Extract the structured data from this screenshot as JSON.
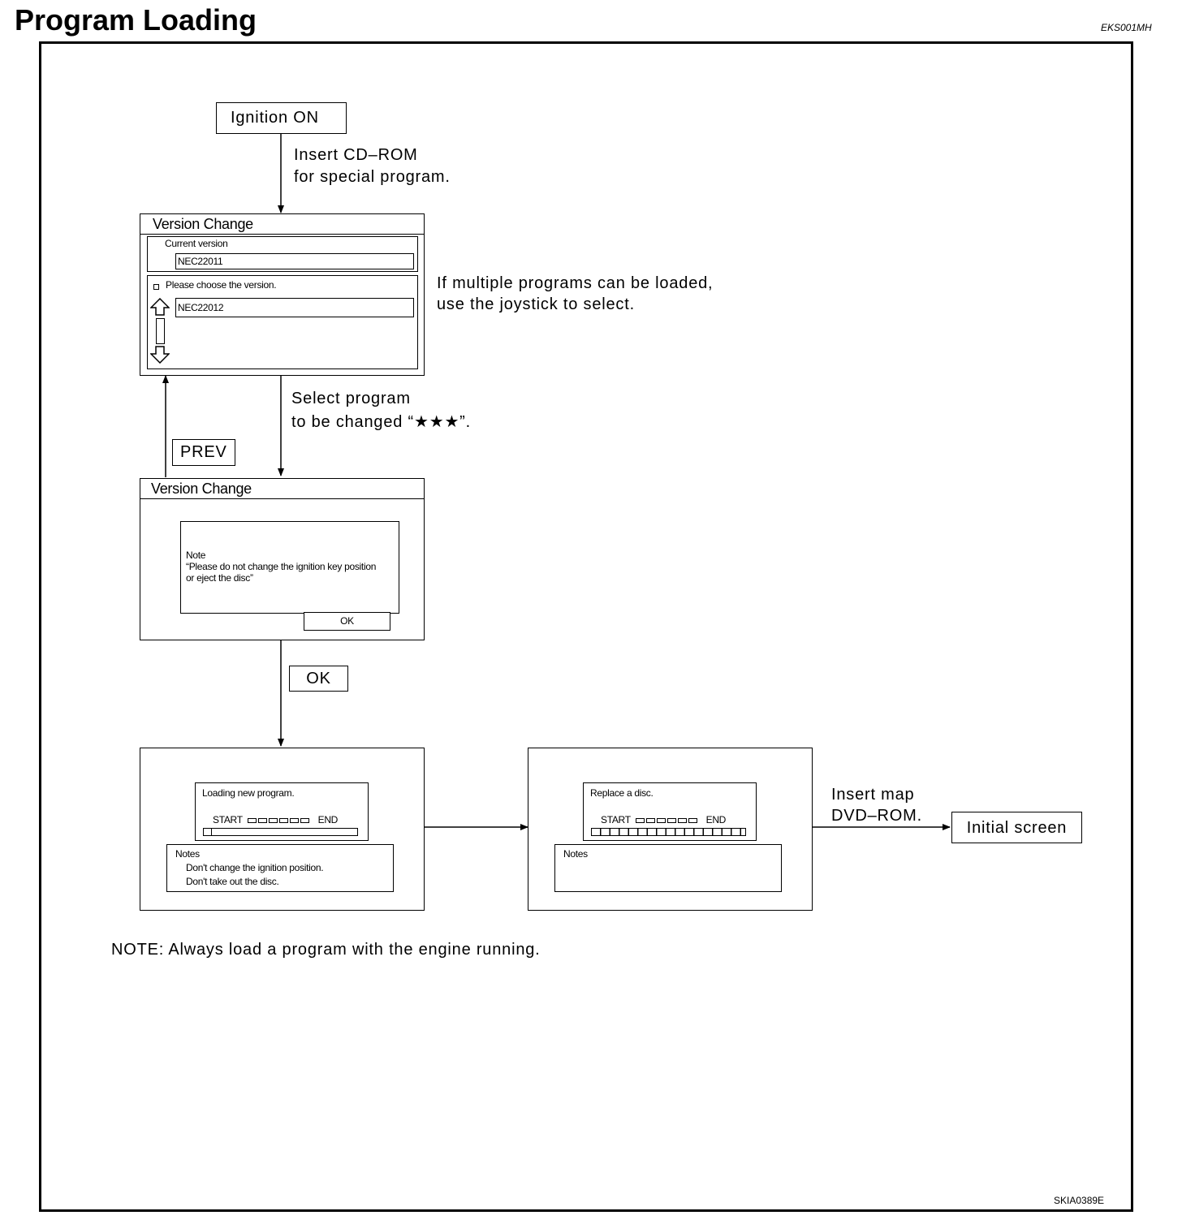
{
  "header": {
    "title": "Program Loading",
    "code": "EKS001MH"
  },
  "footer": {
    "figure_id": "SKIA0389E",
    "note": "NOTE: Always load a program with the engine running."
  },
  "flow": {
    "ignition_on": "Ignition ON",
    "step1_line1": "Insert CD–ROM",
    "step1_line2": "for special program.",
    "step2_line1": "If multiple programs can be loaded,",
    "step2_line2": "use the joystick to select.",
    "step3_line1": "Select program",
    "step3_line2": "to be changed “★★★”.",
    "prev_button": "PREV",
    "ok_button": "OK",
    "step4_line1": "Insert map",
    "step4_line2": "DVD–ROM.",
    "initial_screen": "Initial screen"
  },
  "screen1": {
    "title": "Version Change",
    "current_label": "Current version",
    "current_value": "NEC22011",
    "choose_label": "Please choose the version.",
    "choose_value": "NEC22012"
  },
  "screen2": {
    "title": "Version Change",
    "note_heading": "Note",
    "note_line1": "“Please do not change the ignition key position",
    "note_line2": "or eject the disc”",
    "ok": "OK"
  },
  "screen3": {
    "status": "Loading new program.",
    "start": "START",
    "end": "END",
    "progress": 0.05,
    "notes_heading": "Notes",
    "notes_line1": "Don't change the ignition position.",
    "notes_line2": "Don't take out the disc."
  },
  "screen4": {
    "status": "Replace a disc.",
    "start": "START",
    "end": "END",
    "progress": 1.0,
    "notes_heading": "Notes"
  }
}
